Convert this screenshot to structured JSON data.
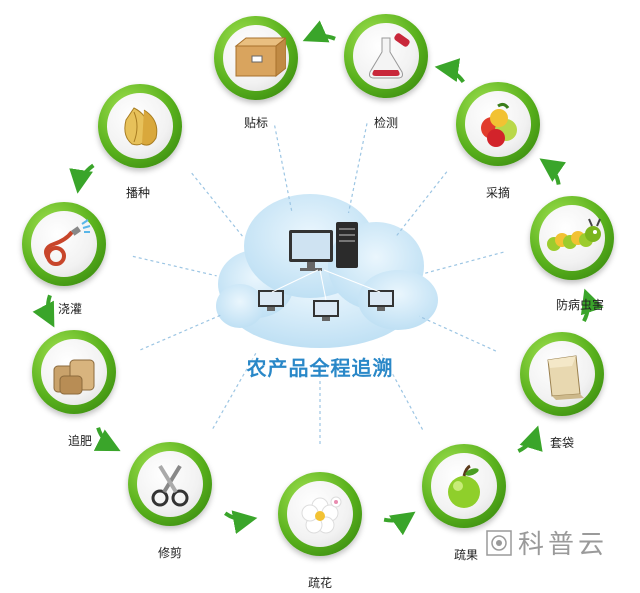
{
  "diagram": {
    "title": "农产品全程追溯",
    "nodes": [
      {
        "id": "paste-label",
        "label": "贴标",
        "icon": "box-icon"
      },
      {
        "id": "testing",
        "label": "检测",
        "icon": "test-flask-icon"
      },
      {
        "id": "picking",
        "label": "采摘",
        "icon": "fruit-basket-icon"
      },
      {
        "id": "pest-control",
        "label": "防病虫害",
        "icon": "caterpillar-icon"
      },
      {
        "id": "bagging",
        "label": "套袋",
        "icon": "paper-bag-icon"
      },
      {
        "id": "fruit-thinning",
        "label": "疏果",
        "icon": "apple-icon"
      },
      {
        "id": "flower-thinning",
        "label": "疏花",
        "icon": "flower-icon"
      },
      {
        "id": "pruning",
        "label": "修剪",
        "icon": "scissors-icon"
      },
      {
        "id": "fertilizing",
        "label": "追肥",
        "icon": "fertilizer-sacks-icon"
      },
      {
        "id": "irrigation",
        "label": "浇灌",
        "icon": "hose-icon"
      },
      {
        "id": "sowing",
        "label": "播种",
        "icon": "seed-icon"
      }
    ],
    "flow_color": "#3aa52a",
    "ring_color": "#58b01c",
    "cloud_color": "#cfe8f7",
    "title_color": "#2a88c8"
  },
  "watermark": {
    "text": "科普云",
    "icon": "watermark-logo-icon"
  }
}
